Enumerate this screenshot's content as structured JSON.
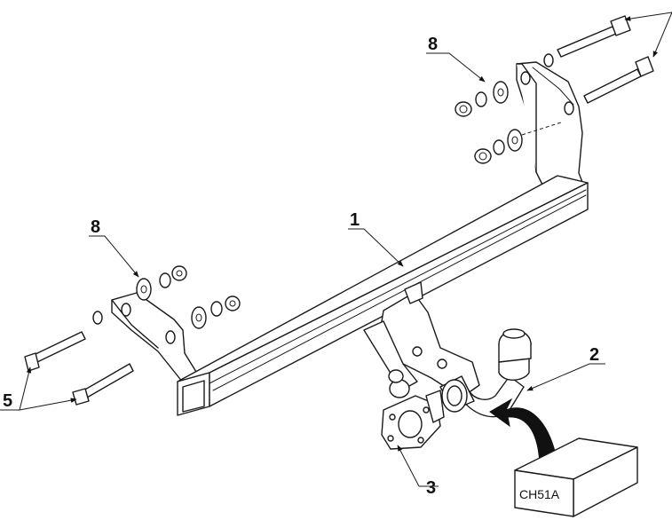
{
  "callouts": {
    "crossbar": "1",
    "tow_ball": "2",
    "socket_plate": "3",
    "bolts": "5",
    "washers_right": "8",
    "washers_left": "8"
  },
  "kit_box": {
    "code": "CH51A"
  }
}
